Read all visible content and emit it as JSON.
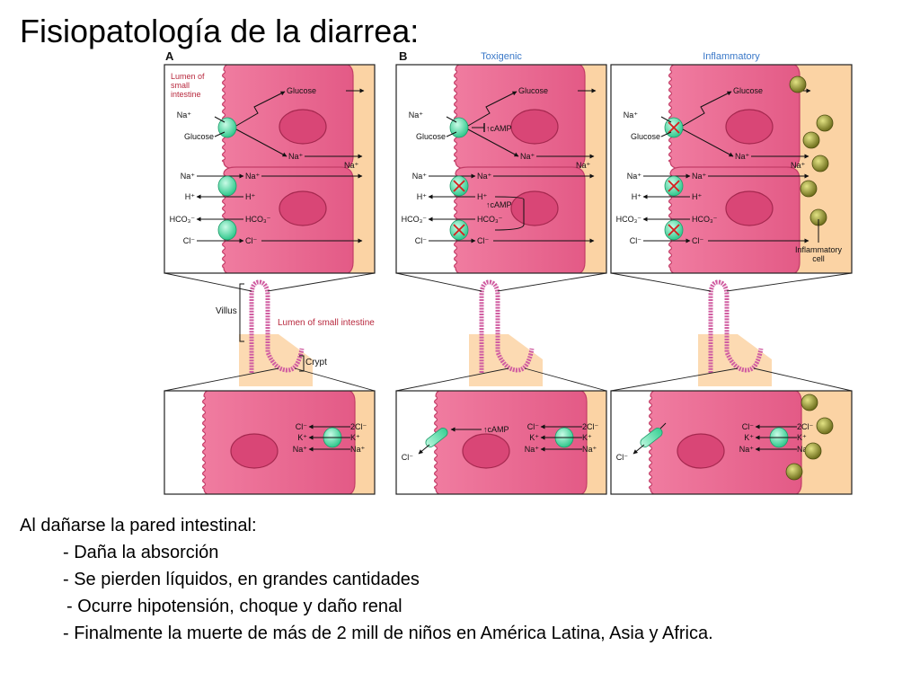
{
  "title": "Fisiopatología de la diarrea:",
  "figure": {
    "panel_a": "A",
    "panel_b": "B",
    "header_toxigenic": "Toxigenic",
    "header_inflammatory": "Inflammatory",
    "lumen_label": [
      "Lumen of",
      "small",
      "intestine"
    ],
    "villus_label": "Villus",
    "crypt_label": "Crypt",
    "lumen_small_intestine": "Lumen of small intestine",
    "inflammatory_cell": [
      "Inflammatory",
      "cell"
    ],
    "glucose": "Glucose",
    "na": "Na⁺",
    "h": "H⁺",
    "hco3": "HCO₃⁻",
    "cl": "Cl⁻",
    "k": "K⁺",
    "two_cl": "2Cl⁻",
    "camp": "↑cAMP",
    "colors": {
      "cell": "#e9628b",
      "cell_dark": "#c23d67",
      "nucleus": "#d94676",
      "nucleus_border": "#a5284f",
      "tissue": "#fbd3a4",
      "transporter": "#55e0a8",
      "inhibit": "#d81e1e",
      "infl_cell": "#8f8f2b",
      "header_blue": "#3a78c8",
      "lumen_red": "#b8293e"
    }
  },
  "notes": {
    "intro": "Al dañarse la pared intestinal:",
    "items": [
      "- Daña la absorción",
      "- Se pierden líquidos, en grandes cantidades",
      "- Ocurre hipotensión, choque y daño renal",
      "- Finalmente la muerte de más de 2 mill de niños en América Latina, Asia y Africa."
    ]
  }
}
